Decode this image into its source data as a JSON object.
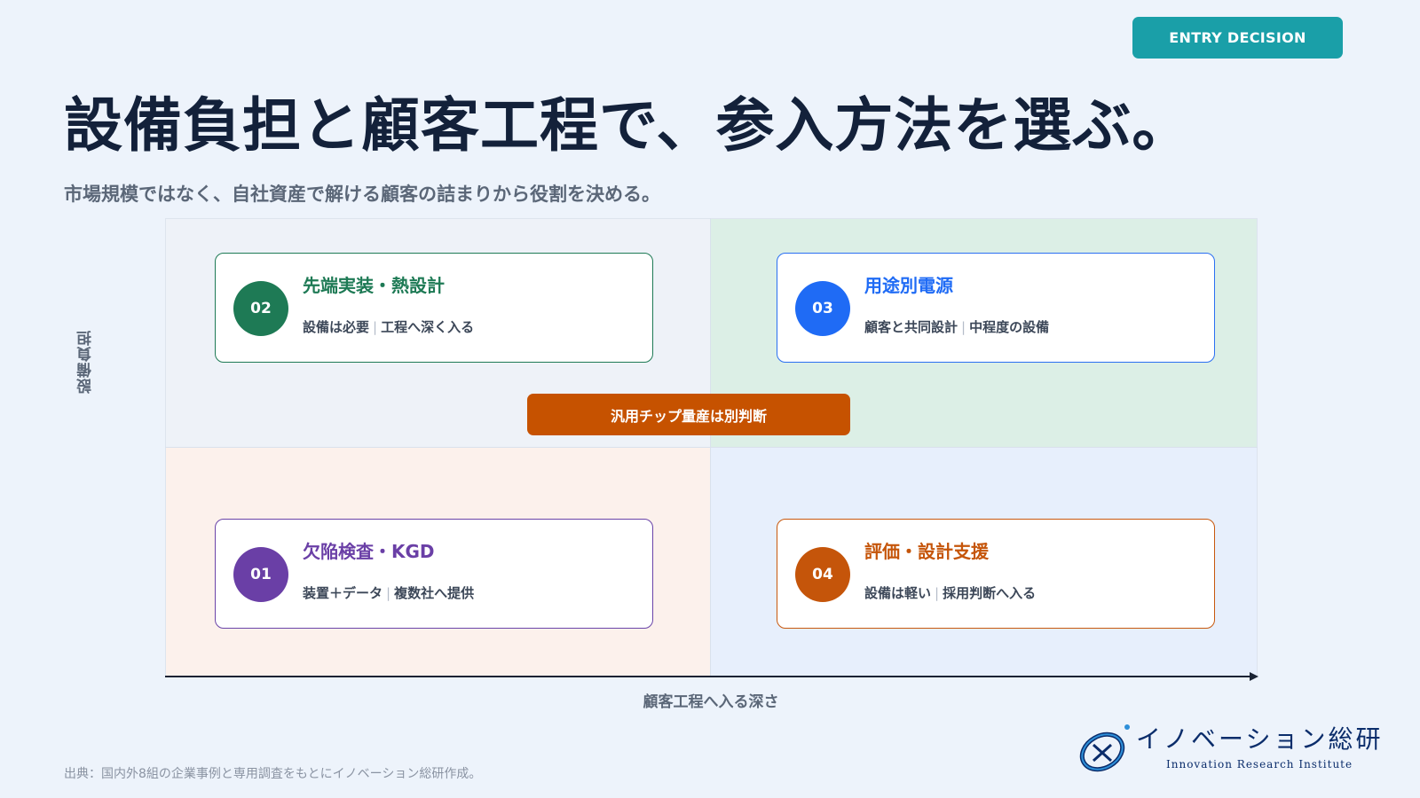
{
  "badge": "ENTRY DECISION",
  "title": "設備負担と顧客工程で、参入方法を選ぶ。",
  "subtitle": "市場規模ではなく、自社資産で解ける顧客の詰まりから役割を決める。",
  "axes": {
    "y_label": "設備負担",
    "x_label": "顧客工程へ入る深さ"
  },
  "cards": {
    "c02": {
      "num": "02",
      "title": "先端実装・熱設計",
      "desc_a": "設備は必要",
      "desc_b": "工程へ深く入る",
      "color": "#1e7a55"
    },
    "c03": {
      "num": "03",
      "title": "用途別電源",
      "desc_a": "顧客と共同設計",
      "desc_b": "中程度の設備",
      "color": "#1f6bf5"
    },
    "c01": {
      "num": "01",
      "title": "欠陥検査・KGD",
      "desc_a": "装置＋データ",
      "desc_b": "複数社へ提供",
      "color": "#6a3fa6"
    },
    "c04": {
      "num": "04",
      "title": "評価・設計支援",
      "desc_a": "設備は軽い",
      "desc_b": "採用判断へ入る",
      "color": "#c5550a"
    }
  },
  "separator": "|",
  "callout": "汎用チップ量産は別判断",
  "source": "出典：国内外8組の企業事例と専用調査をもとにイノベーション総研作成。",
  "logo": {
    "name": "イノベーション総研",
    "sub": "Innovation Research Institute"
  },
  "colors": {
    "accent_teal": "#1a9fa8",
    "callout": "#c65200"
  }
}
